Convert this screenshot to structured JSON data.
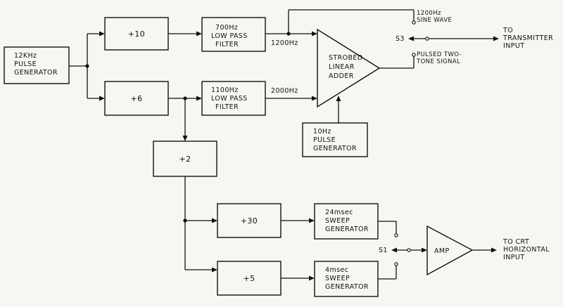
{
  "blocks": {
    "pulse_gen_12khz": [
      "12KHz",
      "PULSE",
      "GENERATOR"
    ],
    "div10": "+10",
    "div6": "+6",
    "lpf700": [
      "700Hz",
      "LOW PASS",
      "FILTER"
    ],
    "lpf1100": [
      "1100Hz",
      "LOW PASS",
      "FILTER"
    ],
    "adder": [
      "STROBED",
      "LINEAR",
      "ADDER"
    ],
    "pulse_gen_10hz": [
      "10Hz",
      "PULSE",
      "GENERATOR"
    ],
    "div2": "+2",
    "div30": "+30",
    "div5": "+5",
    "sweep24": [
      "24msec",
      "SWEEP",
      "GENERATOR"
    ],
    "sweep4": [
      "4msec",
      "SWEEP",
      "GENERATOR"
    ],
    "amp": "AMP"
  },
  "signals": {
    "f1200": "1200Hz",
    "f2000": "2000Hz",
    "sine_wave": [
      "1200Hz",
      "SINE WAVE"
    ],
    "pulsed_two_tone": [
      "PULSED TWO-",
      "TONE SIGNAL"
    ]
  },
  "switches": {
    "s3": "S3",
    "s1": "S1"
  },
  "outputs": {
    "transmitter": [
      "TO",
      "TRANSMITTER",
      "INPUT"
    ],
    "crt": [
      "TO CRT",
      "HORIZONTAL",
      "INPUT"
    ]
  }
}
